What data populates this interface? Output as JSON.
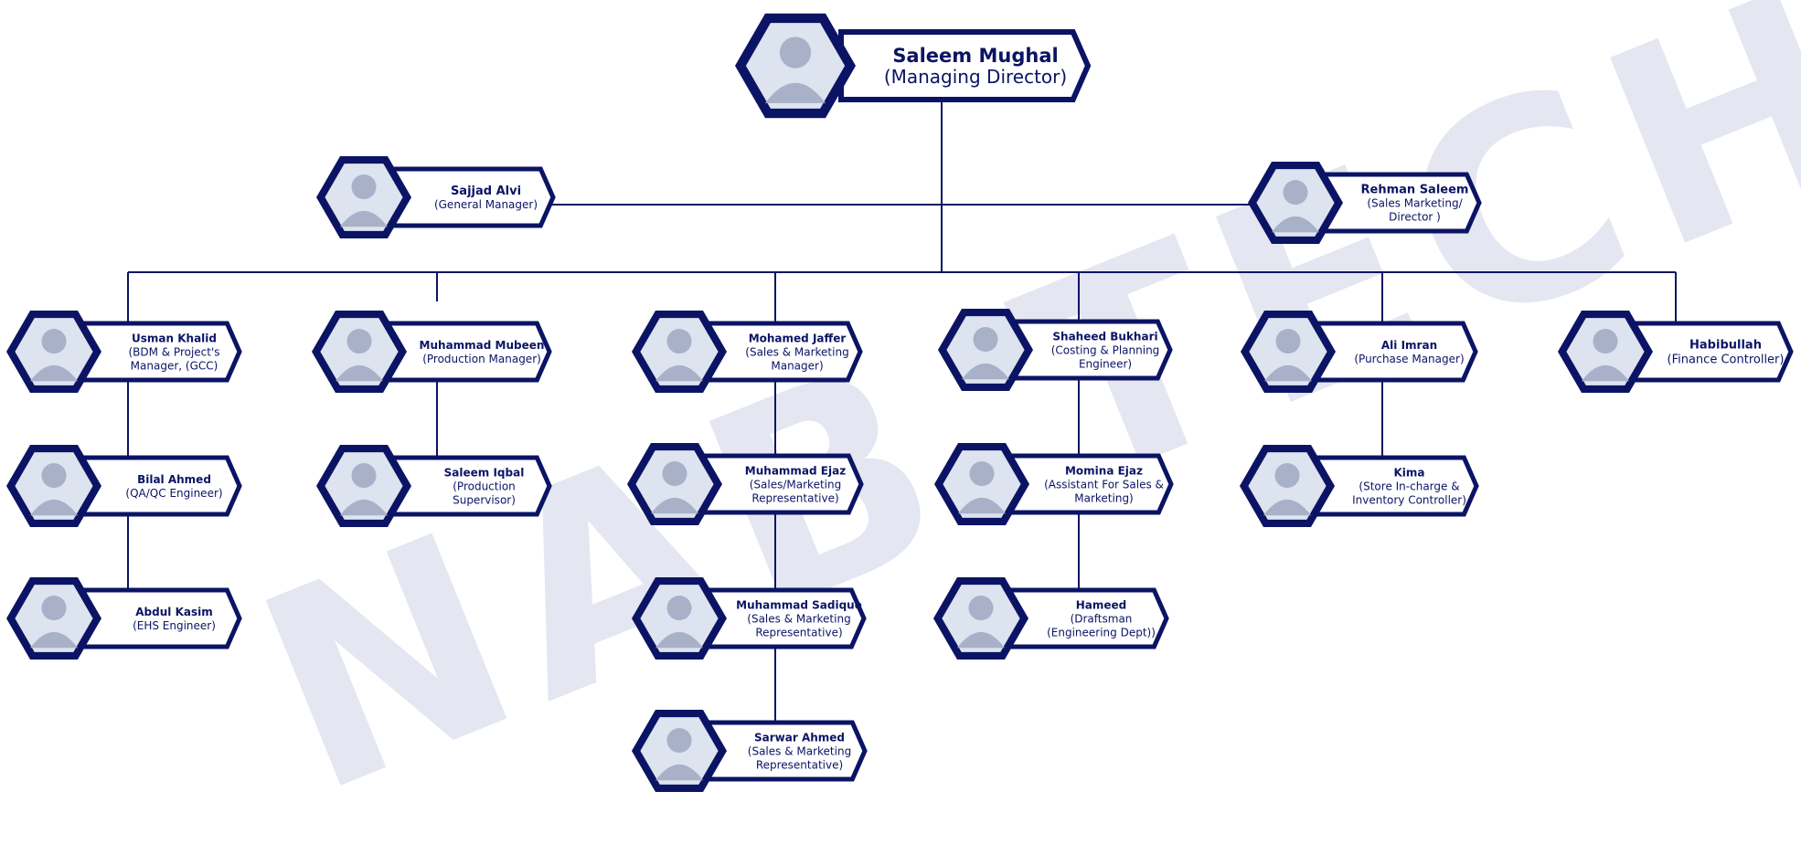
{
  "watermark": "NAB TECH",
  "colors": {
    "navy": "#0b1464",
    "watermark": "#e4e6f1",
    "background": "#ffffff"
  },
  "nodes": {
    "saleem_mughal": {
      "name": "Saleem Mughal",
      "role": [
        "(Managing Director)"
      ]
    },
    "sajjad_alvi": {
      "name": "Sajjad Alvi",
      "role": [
        "(General Manager)"
      ]
    },
    "rehman_saleem": {
      "name": "Rehman Saleem",
      "role": [
        "(Sales Marketing/",
        "Director )"
      ]
    },
    "usman_khalid": {
      "name": "Usman Khalid",
      "role": [
        "(BDM & Project's",
        "Manager, (GCC)"
      ]
    },
    "muhammad_mubeen": {
      "name": "Muhammad Mubeen",
      "role": [
        "(Production Manager)"
      ]
    },
    "mohamed_jaffer": {
      "name": "Mohamed Jaffer",
      "role": [
        "(Sales & Marketing",
        "Manager)"
      ]
    },
    "shaheed_bukhari": {
      "name": "Shaheed Bukhari",
      "role": [
        "(Costing & Planning",
        "Engineer)"
      ]
    },
    "ali_imran": {
      "name": "Ali Imran",
      "role": [
        "(Purchase Manager)"
      ]
    },
    "habibullah": {
      "name": "Habibullah",
      "role": [
        "(Finance Controller)"
      ]
    },
    "bilal_ahmed": {
      "name": "Bilal Ahmed",
      "role": [
        "(QA/QC Engineer)"
      ]
    },
    "saleem_iqbal": {
      "name": "Saleem Iqbal",
      "role": [
        "(Production",
        "Supervisor)"
      ]
    },
    "muhammad_ejaz": {
      "name": "Muhammad Ejaz",
      "role": [
        "(Sales/Marketing",
        "Representative)"
      ]
    },
    "momina_ejaz": {
      "name": "Momina Ejaz",
      "role": [
        "(Assistant For Sales &",
        "Marketing)"
      ]
    },
    "kima": {
      "name": "Kima",
      "role": [
        "(Store In-charge &",
        "Inventory Controller)"
      ]
    },
    "abdul_kasim": {
      "name": "Abdul Kasim",
      "role": [
        "(EHS Engineer)"
      ]
    },
    "muhammad_sadique": {
      "name": "Muhammad Sadique",
      "role": [
        "(Sales & Marketing",
        "Representative)"
      ]
    },
    "hameed": {
      "name": "Hameed",
      "role": [
        "(Draftsman",
        "(Engineering Dept))"
      ]
    },
    "sarwar_ahmed": {
      "name": "Sarwar Ahmed",
      "role": [
        "(Sales & Marketing",
        "Representative)"
      ]
    }
  }
}
